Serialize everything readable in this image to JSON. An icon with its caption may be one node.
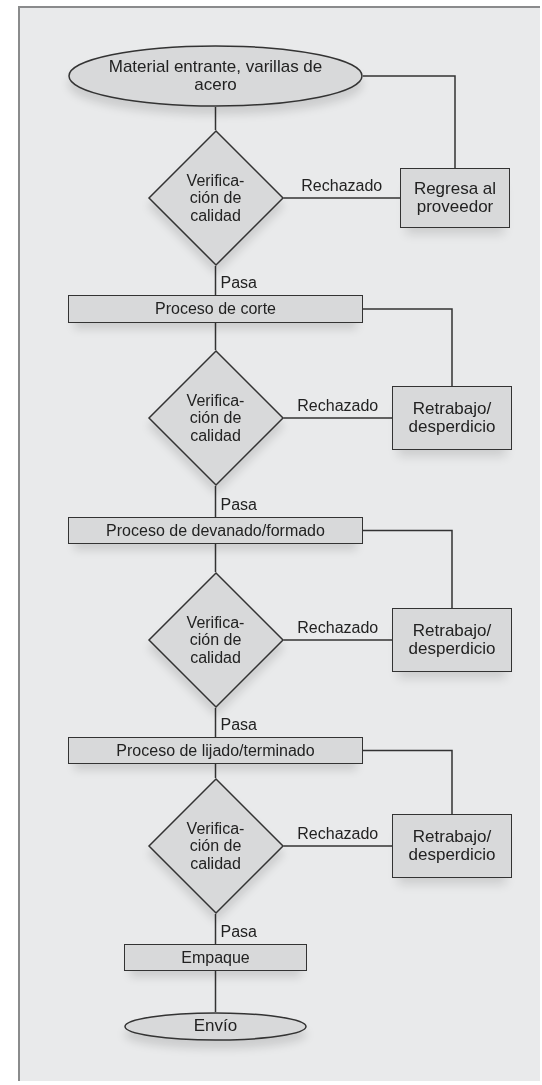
{
  "diagram": {
    "nodes": [
      {
        "text": [
          "Material entrante, varillas de acero"
        ]
      },
      {
        "text": [
          "Verifica- ción de calidad"
        ]
      },
      {
        "text": [
          "Regresa al proveedor"
        ]
      },
      {
        "text": [
          "Proceso de corte"
        ]
      },
      {
        "text": [
          "Verifica- ción de calidad"
        ]
      },
      {
        "text": [
          "Retrabajo/ desperdicio"
        ]
      },
      {
        "text": [
          "Proceso de devanado/formado"
        ]
      },
      {
        "text": [
          "Verifica- ción de calidad"
        ]
      },
      {
        "text": [
          "Retrabajo/ desperdicio"
        ]
      },
      {
        "text": [
          "Proceso de lijado/terminado"
        ]
      },
      {
        "text": [
          "Verifica- ción de calidad"
        ]
      },
      {
        "text": [
          "Retrabajo/ desperdicio"
        ]
      },
      {
        "text": [
          "Empaque"
        ]
      },
      {
        "text": [
          "Envío"
        ]
      }
    ],
    "edges": [
      {
        "from": 0,
        "to": 1,
        "arrow": "none"
      },
      {
        "from": 0,
        "to": 2,
        "arrow": "none"
      },
      {
        "from": 1,
        "to": 2,
        "arrow": "none",
        "label": "Rechazado"
      },
      {
        "from": 1,
        "to": 3,
        "arrow": "none",
        "label": "Pasa"
      },
      {
        "from": 3,
        "to": 4,
        "arrow": "none"
      },
      {
        "from": 3,
        "to": 5,
        "arrow": "none"
      },
      {
        "from": 4,
        "to": 5,
        "arrow": "none",
        "label": "Rechazado"
      },
      {
        "from": 4,
        "to": 6,
        "arrow": "none",
        "label": "Pasa"
      },
      {
        "from": 6,
        "to": 7,
        "arrow": "none"
      },
      {
        "from": 6,
        "to": 8,
        "arrow": "none"
      },
      {
        "from": 7,
        "to": 8,
        "arrow": "none",
        "label": "Rechazado"
      },
      {
        "from": 7,
        "to": 9,
        "arrow": "none",
        "label": "Pasa"
      },
      {
        "from": 9,
        "to": 10,
        "arrow": "none"
      },
      {
        "from": 9,
        "to": 11,
        "arrow": "none"
      },
      {
        "from": 10,
        "to": 11,
        "arrow": "none",
        "label": "Rechazado"
      },
      {
        "from": 10,
        "to": 12,
        "arrow": "none",
        "label": "Pasa"
      },
      {
        "from": 12,
        "to": 13,
        "arrow": "none"
      }
    ]
  }
}
